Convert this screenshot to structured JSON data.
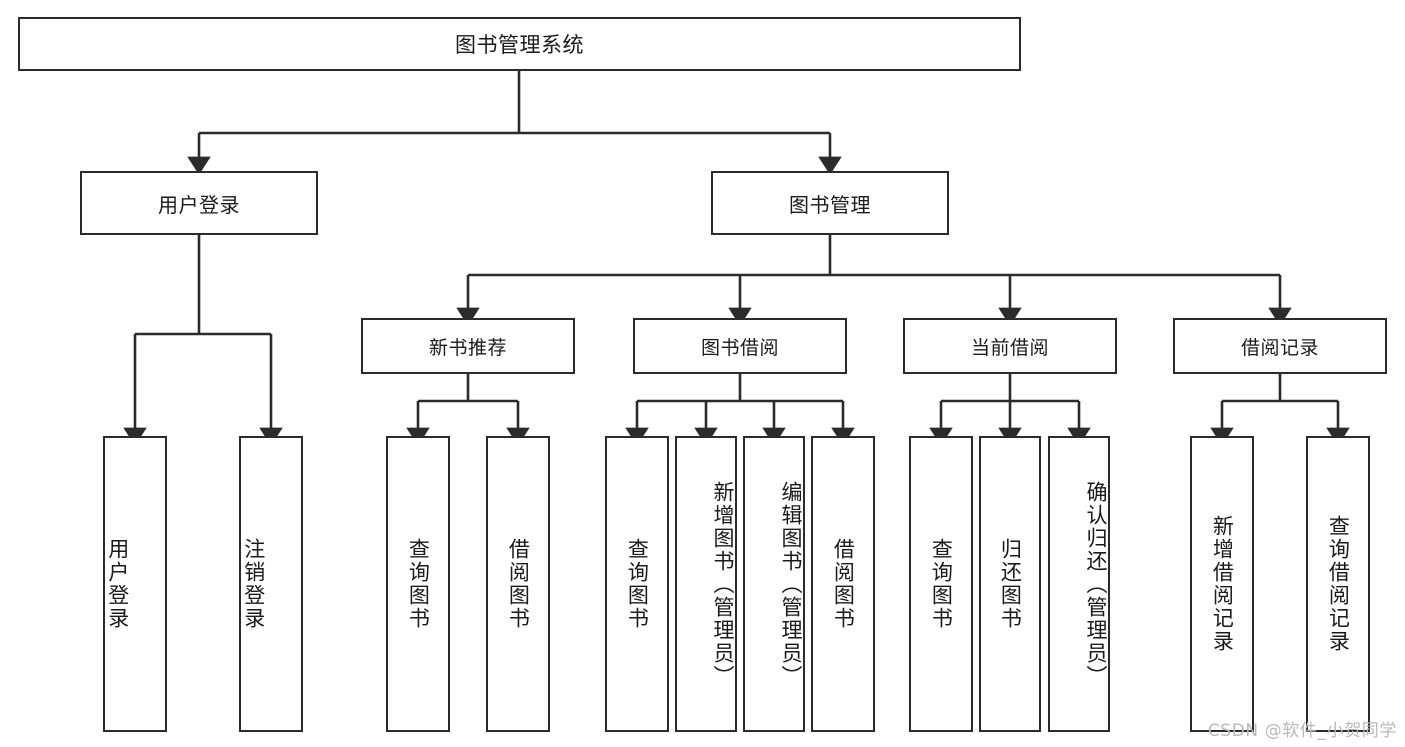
{
  "diagram": {
    "title": "图书管理系统",
    "type": "tree-hierarchy",
    "watermark": "CSDN @软件_小贺同学",
    "colors": {
      "stroke": "#2b2b2b",
      "fill": "#ffffff",
      "text": "#1a1a1a",
      "watermark": "#b9b9b9"
    },
    "root": {
      "id": "root",
      "label": "图书管理系统"
    },
    "level1": [
      {
        "id": "l1-0",
        "label": "用户登录"
      },
      {
        "id": "l1-1",
        "label": "图书管理"
      }
    ],
    "level2": [
      {
        "id": "l2-0",
        "label": "新书推荐",
        "parent": "l1-1"
      },
      {
        "id": "l2-1",
        "label": "图书借阅",
        "parent": "l1-1"
      },
      {
        "id": "l2-2",
        "label": "当前借阅",
        "parent": "l1-1"
      },
      {
        "id": "l2-3",
        "label": "借阅记录",
        "parent": "l1-1"
      }
    ],
    "leaves": [
      {
        "id": "lf-0",
        "label": "用户登录",
        "parent": "l1-0"
      },
      {
        "id": "lf-1",
        "label": "注销登录",
        "parent": "l1-0"
      },
      {
        "id": "lf-2",
        "label": "查询图书",
        "parent": "l2-0"
      },
      {
        "id": "lf-3",
        "label": "借阅图书",
        "parent": "l2-0"
      },
      {
        "id": "lf-4",
        "label": "查询图书",
        "parent": "l2-1"
      },
      {
        "id": "lf-5",
        "label": "新增图书（管理员）",
        "parent": "l2-1"
      },
      {
        "id": "lf-6",
        "label": "编辑图书（管理员）",
        "parent": "l2-1"
      },
      {
        "id": "lf-7",
        "label": "借阅图书",
        "parent": "l2-1"
      },
      {
        "id": "lf-8",
        "label": "查询图书",
        "parent": "l2-2"
      },
      {
        "id": "lf-9",
        "label": "归还图书",
        "parent": "l2-2"
      },
      {
        "id": "lf-10",
        "label": "确认归还（管理员）",
        "parent": "l2-2"
      },
      {
        "id": "lf-11",
        "label": "新增借阅记录",
        "parent": "l2-3"
      },
      {
        "id": "lf-12",
        "label": "查询借阅记录",
        "parent": "l2-3"
      }
    ]
  }
}
